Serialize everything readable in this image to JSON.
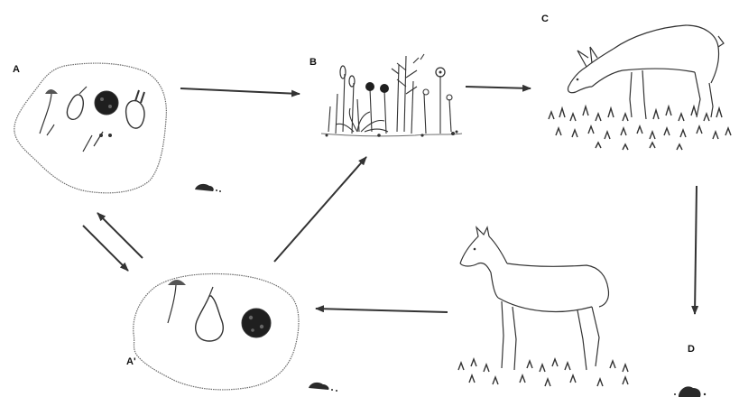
{
  "diagram": {
    "labels": {
      "A": "A",
      "B": "B",
      "C": "C",
      "D": "D",
      "A_prime": "A'"
    },
    "colors": {
      "stroke": "#333333",
      "light_stroke": "#6b6b6b",
      "fill_dark": "#1f1f1f",
      "fill_mid": "#555555",
      "background": "#ffffff"
    },
    "icons": {
      "soil_organisms": "soil-blob-icon",
      "plants": "plants-icon",
      "grazing_animal": "deer-icon",
      "animal_young": "young-animal-icon",
      "remains": "dung-icon"
    }
  }
}
